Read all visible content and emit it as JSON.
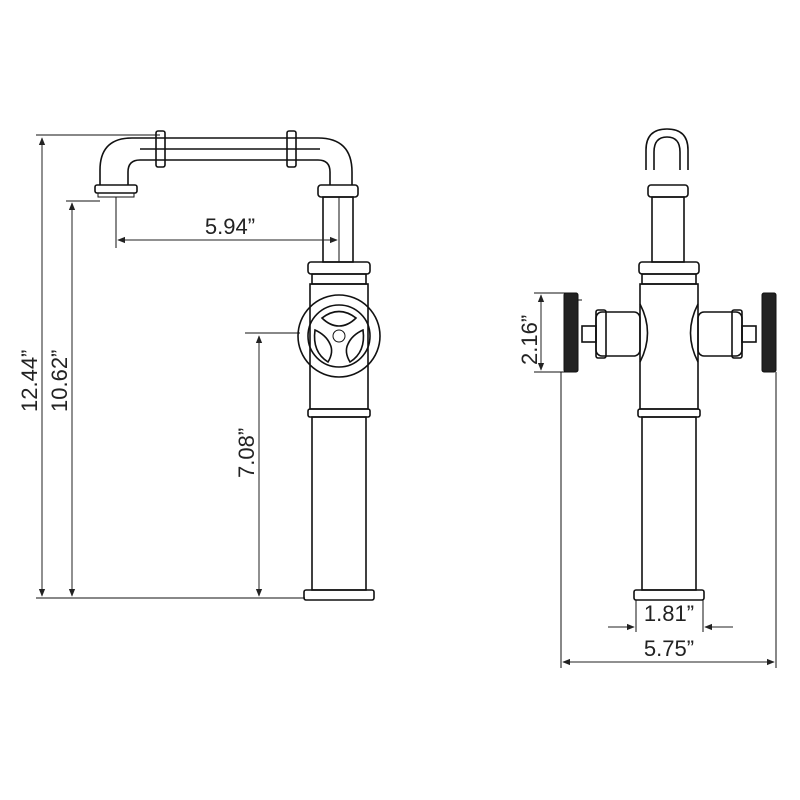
{
  "dimensions": {
    "overall_height": "12.44”",
    "spout_height": "10.62”",
    "spout_reach": "5.94”",
    "handle_height": "7.08”",
    "handle_size": "2.16”",
    "base_diameter": "1.81”",
    "overall_width": "5.75”"
  },
  "colors": {
    "line": "#111111",
    "handle_fill": "#222222",
    "background": "#ffffff"
  }
}
